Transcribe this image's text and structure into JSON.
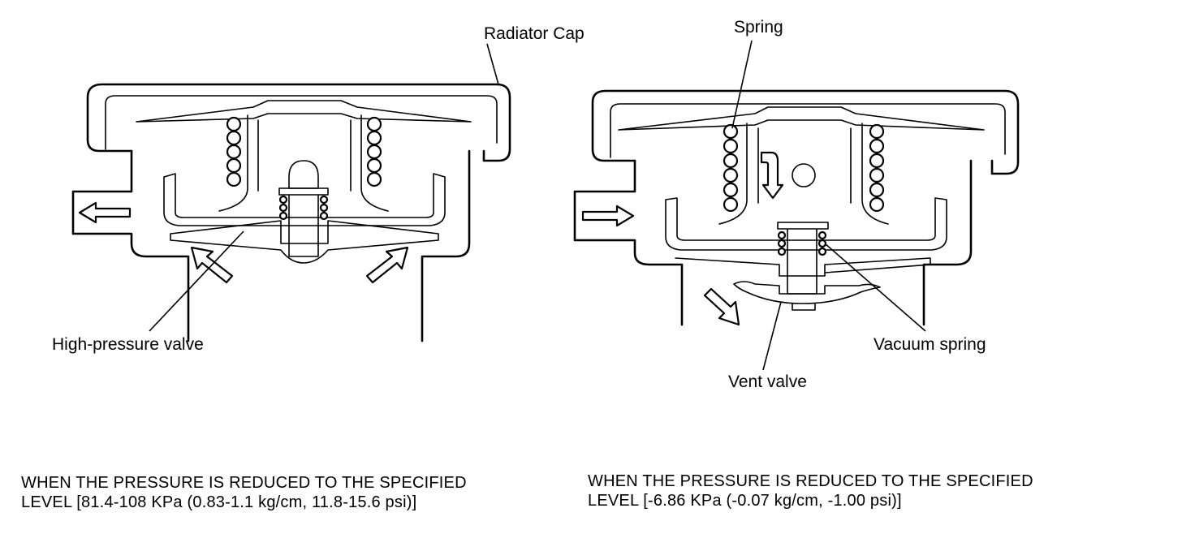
{
  "labels": {
    "radiator_cap": "Radiator Cap",
    "high_pressure_valve": "High-pressure valve",
    "spring": "Spring",
    "vacuum_spring": "Vacuum spring",
    "vent_valve": "Vent valve"
  },
  "captions": {
    "left_line1": "WHEN THE PRESSURE IS REDUCED TO THE SPECIFIED",
    "left_line2": "LEVEL [81.4-108 KPa (0.83-1.1 kg/cm, 11.8-15.6 psi)]",
    "right_line1": "WHEN THE PRESSURE IS REDUCED TO THE SPECIFIED",
    "right_line2": "LEVEL [-6.86 KPa (-0.07 kg/cm, -1.00 psi)]"
  }
}
